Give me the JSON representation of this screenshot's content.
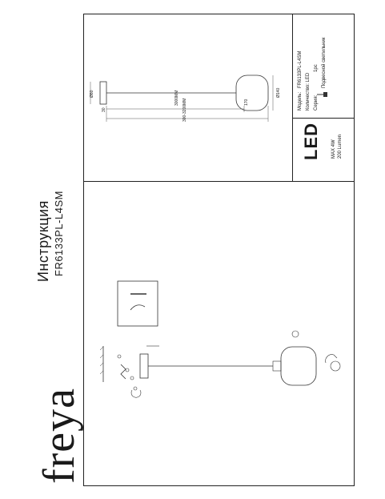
{
  "brand": "freya",
  "title": "Инструкция",
  "model_code": "FR6133PL-L4SM",
  "dimensions": {
    "canopy_diameter": "Ø80",
    "canopy_height": "30",
    "cable_length": "3000MM",
    "shade_height": "170",
    "total_length": "300-3200MM",
    "shade_diameter": "Ø140"
  },
  "specs": {
    "model_label": "Модель:",
    "model_value": "FR6133PL-L4SM",
    "qty_label": "Количество: LED",
    "qty_value": "1pc",
    "type_label": "Серия:",
    "type_value": "Подвесной светильник"
  },
  "led": {
    "logo": "LED",
    "max_power": "MAX 4W",
    "lumen": "200 Lumen"
  }
}
